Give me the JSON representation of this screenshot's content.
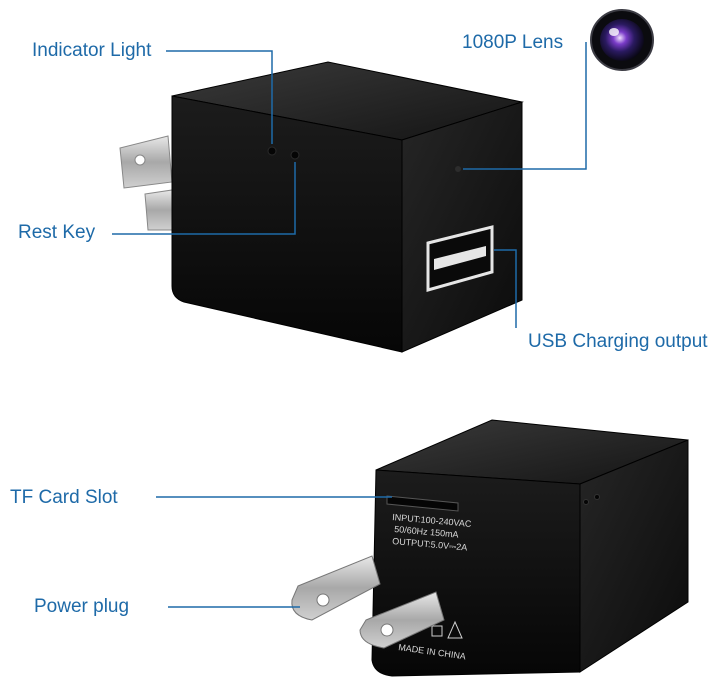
{
  "callouts": {
    "indicator_light": "Indicator Light",
    "lens": "1080P Lens",
    "rest_key": "Rest Key",
    "usb_output": "USB Charging output",
    "tf_slot": "TF Card Slot",
    "power_plug": "Power plug"
  },
  "label_print": {
    "line1": "INPUT:100-240VAC",
    "line2": "50/60Hz 150mA",
    "line3": "OUTPUT:5.0V⎓2A",
    "made_in": "MADE IN CHINA"
  },
  "colors": {
    "callout_text": "#1e6aa8",
    "leader_line": "#1e6aa8",
    "device_body": "#111111"
  }
}
